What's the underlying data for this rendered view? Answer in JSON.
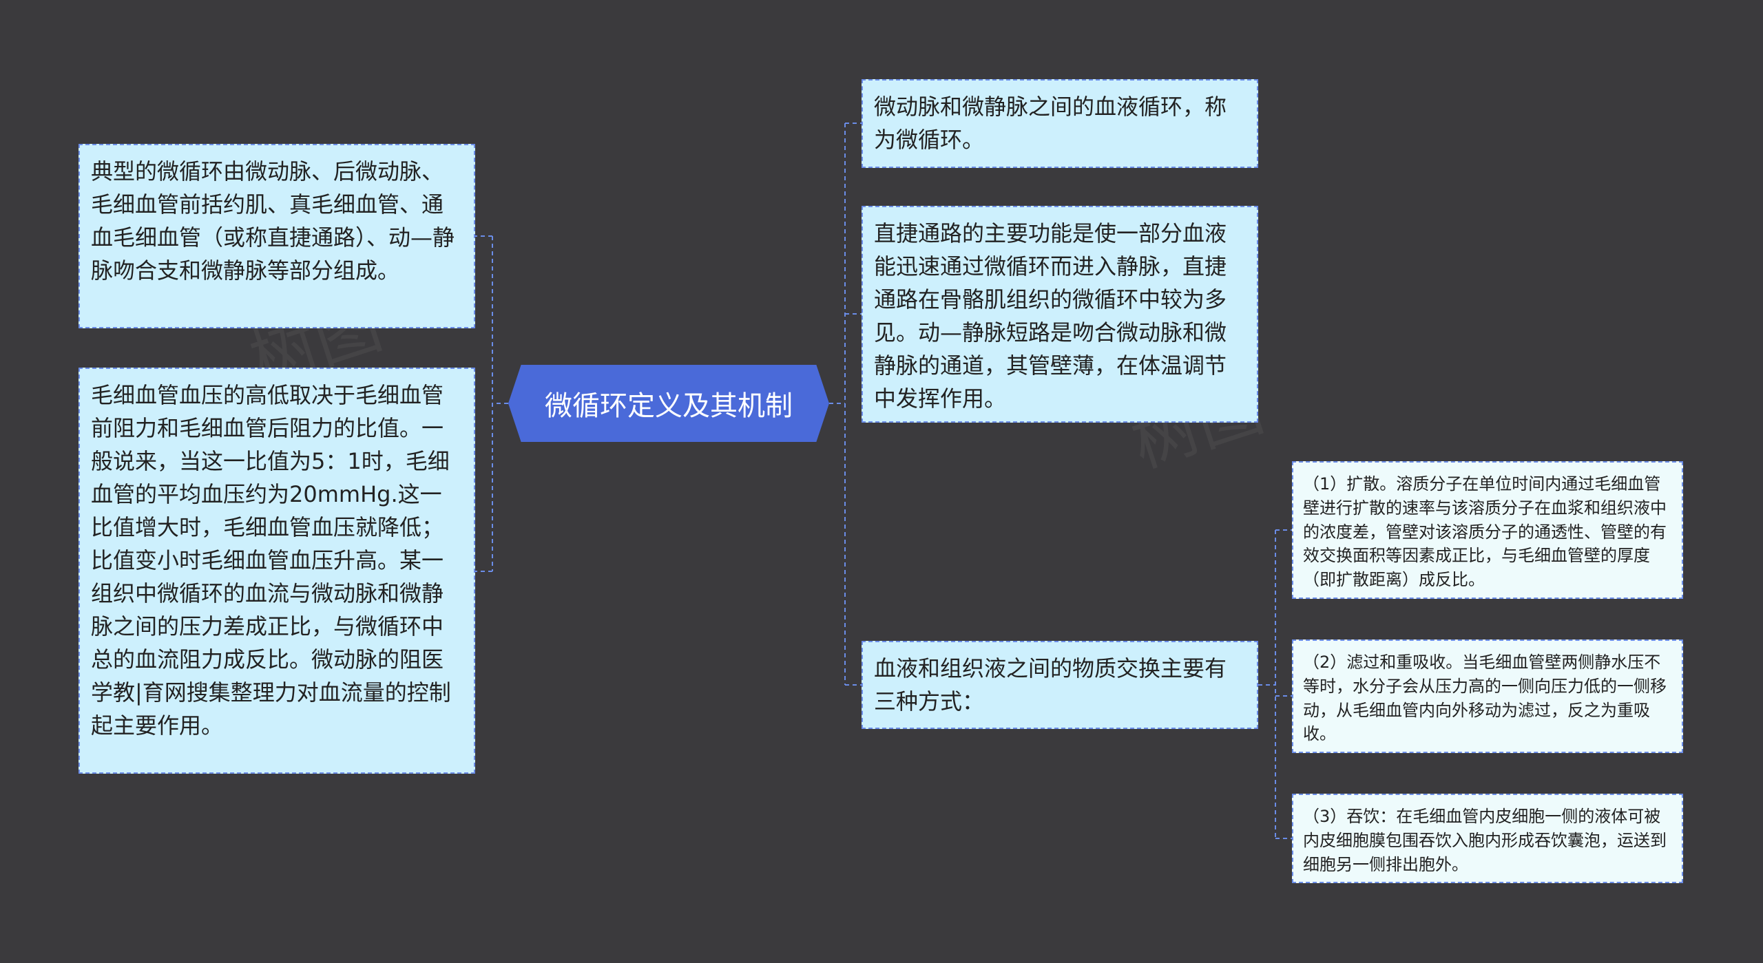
{
  "watermark": "树图",
  "root": {
    "label": "微循环定义及其机制"
  },
  "left": [
    {
      "text": "典型的微循环由微动脉、后微动脉、毛细血管前括约肌、真毛细血管、通血毛细血管（或称直捷通路）、动—静脉吻合支和微静脉等部分组成。"
    },
    {
      "text": "毛细血管血压的高低取决于毛细血管前阻力和毛细血管后阻力的比值。一般说来，当这一比值为5：1时，毛细血管的平均血压约为20mmHg.这一比值增大时，毛细血管血压就降低；比值变小时毛细血管血压升高。某一组织中微循环的血流与微动脉和微静脉之间的压力差成正比，与微循环中总的血流阻力成反比。微动脉的阻医学教|育网搜集整理力对血流量的控制起主要作用。"
    }
  ],
  "right": [
    {
      "text": "微动脉和微静脉之间的血液循环，称为微循环。"
    },
    {
      "text": "直捷通路的主要功能是使一部分血液能迅速通过微循环而进入静脉，直捷通路在骨骼肌组织的微循环中较为多见。动—静脉短路是吻合微动脉和微静脉的通道，其管壁薄，在体温调节中发挥作用。"
    },
    {
      "text": "血液和组织液之间的物质交换主要有三种方式："
    }
  ],
  "sub": [
    {
      "text": "（1）扩散。溶质分子在单位时间内通过毛细血管壁进行扩散的速率与该溶质分子在血浆和组织液中的浓度差，管壁对该溶质分子的通透性、管壁的有效交换面积等因素成正比，与毛细血管壁的厚度（即扩散距离）成反比。"
    },
    {
      "text": "（2）滤过和重吸收。当毛细血管壁两侧静水压不等时，水分子会从压力高的一侧向压力低的一侧移动，从毛细血管内向外移动为滤过，反之为重吸收。"
    },
    {
      "text": "（3）吞饮：在毛细血管内皮细胞一侧的液体可被内皮细胞膜包围吞饮入胞内形成吞饮囊泡，运送到细胞另一侧排出胞外。"
    }
  ],
  "colors": {
    "background": "#3b3a3d",
    "root": "#4a6ad9",
    "node": "#cdf0fd",
    "subnode": "#eefbfc",
    "connector": "#6b8de8"
  }
}
